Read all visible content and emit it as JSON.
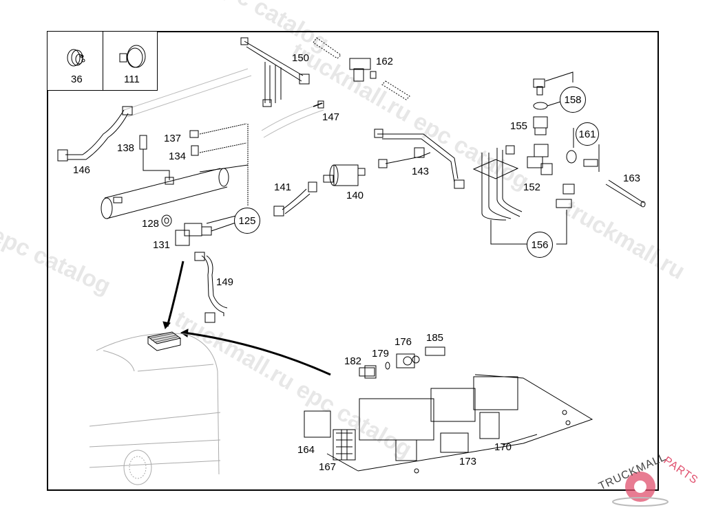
{
  "diagram": {
    "title": "Parts exploded view",
    "inset_parts": [
      {
        "id": "36",
        "icon": "cable-clamp-icon"
      },
      {
        "id": "111",
        "icon": "hose-clamp-icon"
      }
    ],
    "parts": {
      "p150": "150",
      "p162": "162",
      "p147": "147",
      "p146": "146",
      "p137": "137",
      "p138": "138",
      "p134": "134",
      "p128": "128",
      "p131": "131",
      "p141": "141",
      "p140": "140",
      "p143": "143",
      "p155": "155",
      "p152": "152",
      "p163": "163",
      "p149": "149",
      "p182": "182",
      "p179": "179",
      "p176": "176",
      "p185": "185",
      "p164": "164",
      "p167": "167",
      "p173": "173",
      "p170": "170"
    },
    "circled_parts": {
      "c125": "125",
      "c158": "158",
      "c161": "161",
      "c156": "156"
    },
    "line_color": "#000000"
  },
  "watermarks": {
    "text1": "epc catalog",
    "text2": "truckmall.ru epc catalog",
    "text3": "truckmall.ru",
    "text4": "epc catalog"
  },
  "logo": {
    "text_main": "TRUCKMALL",
    "text_accent": "PARTS",
    "accent_color": "#e0506e",
    "main_color": "#444444"
  }
}
